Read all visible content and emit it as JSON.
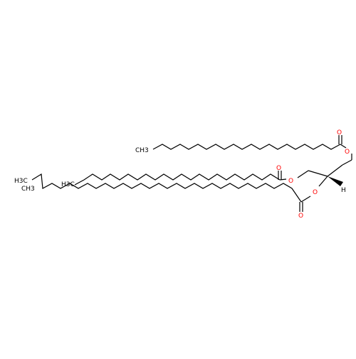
{
  "molecule": {
    "atom_labels": {
      "terminal_ch3_top": "CH3",
      "terminal_ch3_middle": "H3C",
      "terminal_ch3_bottom_upper": "H3C",
      "terminal_ch3_bottom_branch": "CH3",
      "carbonyl_oxygen_top": "O",
      "ester_oxygen_top": "O",
      "carbonyl_oxygen_middle": "O",
      "ester_oxygen_middle": "O",
      "carbonyl_oxygen_bottom": "O",
      "ester_oxygen_bottom": "O",
      "stereo_hydrogen": "H"
    },
    "colors": {
      "bond": "#000000",
      "oxygen": "#ff0000"
    }
  }
}
